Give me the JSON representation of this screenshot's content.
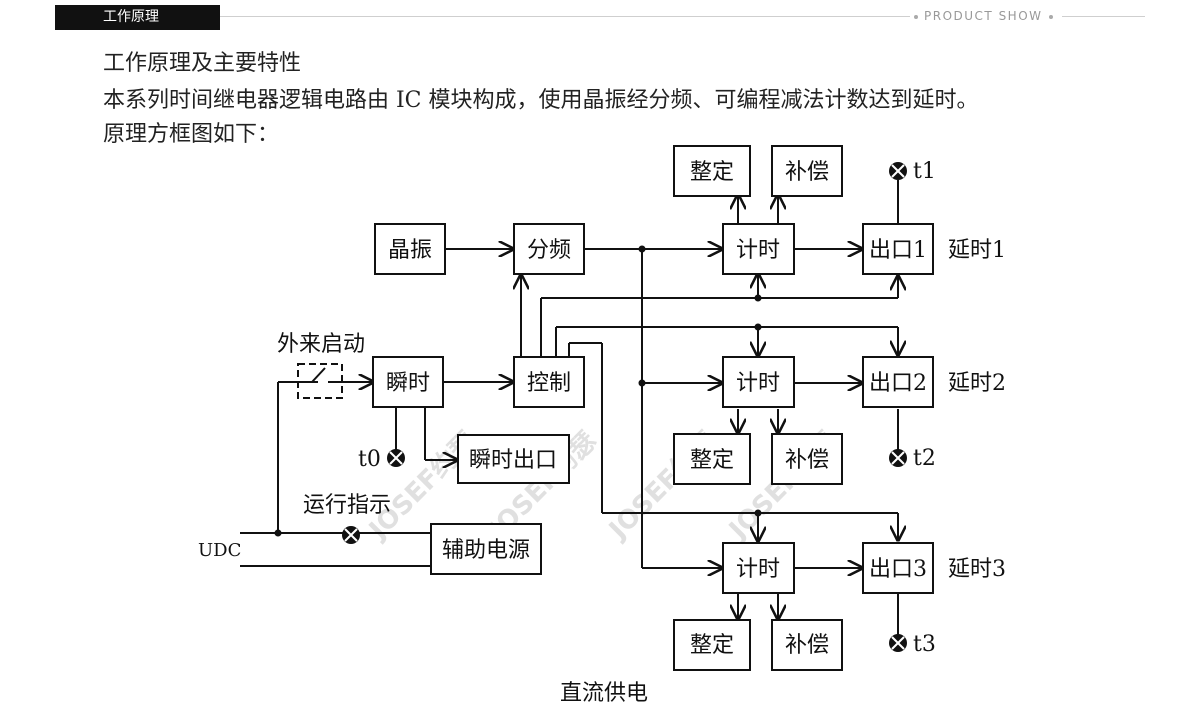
{
  "header": {
    "tab_label": "工作原理",
    "right_label": "PRODUCT SHOW"
  },
  "intro": {
    "line1": "工作原理及主要特性",
    "line2": "本系列时间继电器逻辑电路由 IC 模块构成，使用晶振经分频、可编程减法计数达到延时。",
    "line3": "原理方框图如下："
  },
  "diagram": {
    "crystal": "晶振",
    "divider": "分频",
    "timer": "计时",
    "set": "整定",
    "comp": "补偿",
    "out1": "出口1",
    "out2": "出口2",
    "out3": "出口3",
    "delay1": "延时1",
    "delay2": "延时2",
    "delay3": "延时3",
    "t1": "t1",
    "t2": "t2",
    "t3": "t3",
    "t0": "t0",
    "ext_start": "外来启动",
    "instant": "瞬时",
    "control": "控制",
    "instant_out": "瞬时出口",
    "run_indicator": "运行指示",
    "aux_power": "辅助电源",
    "udc": "UDC",
    "dc_supply": "直流供电",
    "watermark": "JOSEF约瑟"
  }
}
